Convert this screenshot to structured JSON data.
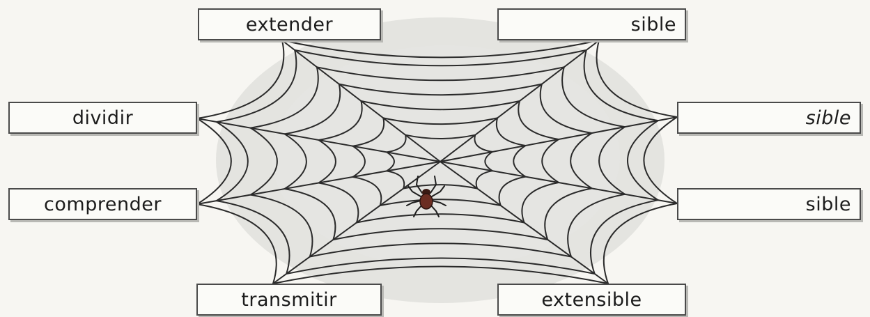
{
  "words": {
    "top_left": "extender",
    "top_right": "sible",
    "mid_left_upper": "dividir",
    "mid_right_upper": "sible",
    "mid_left_lower": "comprender",
    "mid_right_lower": "sible",
    "bottom_left": "transmitir",
    "bottom_right": "extensible"
  },
  "colors": {
    "web_line": "#2a2a2a",
    "background_blob": "#dcdcd8",
    "spider_body": "#6b2d22"
  },
  "icons": [
    "spider-web",
    "spider"
  ]
}
